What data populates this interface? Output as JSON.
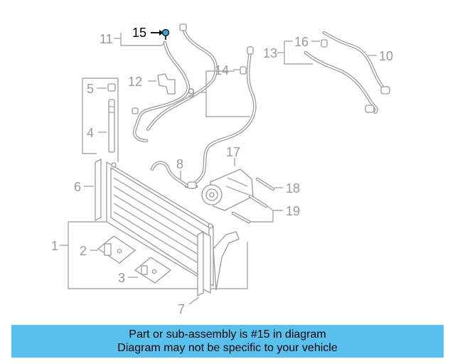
{
  "diagram": {
    "highlighted_part": "15",
    "callouts": {
      "n1": "1",
      "n2": "2",
      "n3": "3",
      "n4": "4",
      "n5": "5",
      "n6": "6",
      "n7": "7",
      "n8": "8",
      "n9": "9",
      "n10": "10",
      "n11": "11",
      "n12": "12",
      "n13": "13",
      "n14": "14",
      "n15": "15",
      "n16": "16",
      "n17": "17",
      "n18": "18",
      "n19": "19"
    },
    "colors": {
      "line": "#a8a8a8",
      "highlight": "#000000",
      "bolt": "#2fa7d9"
    }
  },
  "banner": {
    "line1": "Part or sub-assembly is #15 in diagram",
    "line2": "Diagram may not be specific to your vehicle",
    "background": "#59c1ee"
  }
}
